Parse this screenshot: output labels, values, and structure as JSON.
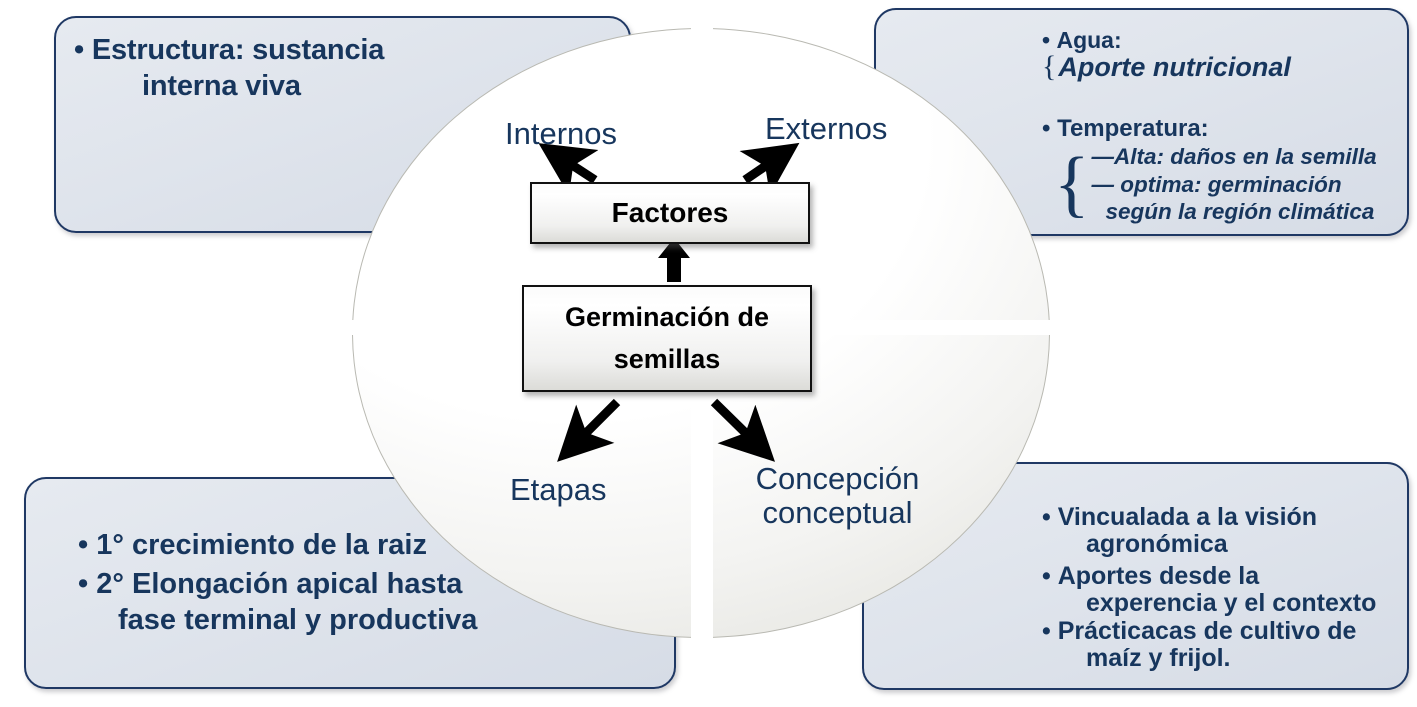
{
  "diagram": {
    "title": "Germinación de semillas",
    "accent_color": "#17365D",
    "box_border_color": "#1F3864",
    "box_fill_color": "#DFE4EC",
    "center": {
      "factors_label": "Factores",
      "root_label_line1": "Germinación de",
      "root_label_line2": "semillas"
    },
    "quadrant_labels": {
      "top_left": "Internos",
      "top_right": "Externos",
      "bottom_left": "Etapas",
      "bottom_right_line1": "Concepción",
      "bottom_right_line2": "conceptual"
    },
    "callouts": {
      "top_left": {
        "line1": "Estructura: sustancia",
        "line2": "interna viva"
      },
      "top_right": {
        "item1_head": "Agua:",
        "item1_brace": "{",
        "item1_sub": "Aporte nutricional",
        "item2_head": "Temperatura:",
        "item2_brace": "{",
        "item2_line1": "—Alta: daños en la semilla",
        "item2_line2": "— optima: germinación",
        "item2_line3": "según la región climática"
      },
      "bottom_left": {
        "item1": "1° crecimiento de la raiz",
        "item2": "2° Elongación apical hasta",
        "item2_cont": "fase terminal y productiva"
      },
      "bottom_right": {
        "item1_line1": "Vincualada a la visión",
        "item1_line2": "agronómica",
        "arrow": "down-arrow-icon",
        "item2_line1": "Aportes desde la",
        "item2_line2": "experencia y el contexto",
        "item3_line1": "Prácticacas de cultivo de",
        "item3_line2": "maíz y frijol."
      }
    }
  }
}
